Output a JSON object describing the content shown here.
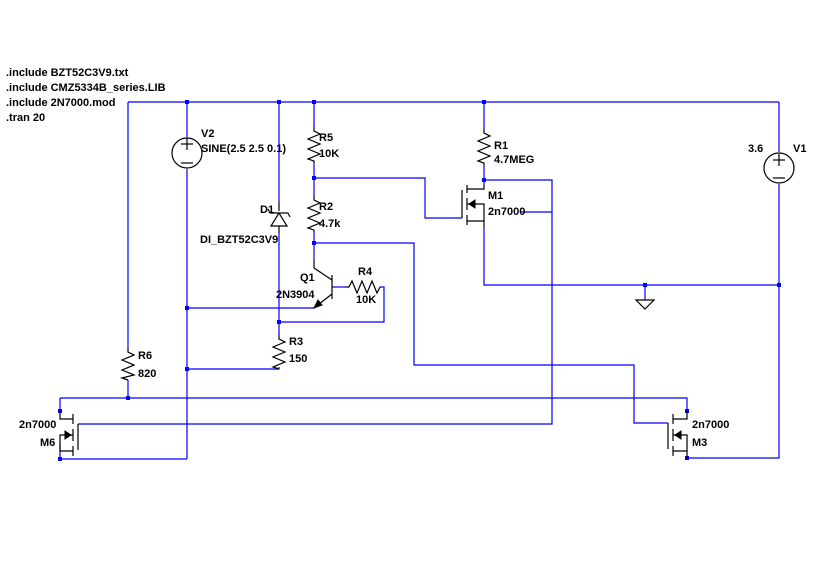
{
  "directives": [
    ".include BZT52C3V9.txt",
    ".include CMZ5334B_series.LIB",
    ".include 2N7000.mod",
    ".tran 20"
  ],
  "components": {
    "v2": {
      "ref": "V2",
      "value": "SINE(2.5 2.5 0.1)"
    },
    "v1": {
      "ref": "V1",
      "value": "3.6"
    },
    "r5": {
      "ref": "R5",
      "value": "10K"
    },
    "r2": {
      "ref": "R2",
      "value": "4.7k"
    },
    "r1": {
      "ref": "R1",
      "value": "4.7MEG"
    },
    "r3": {
      "ref": "R3",
      "value": "150"
    },
    "r4": {
      "ref": "R4",
      "value": "10K"
    },
    "r6": {
      "ref": "R6",
      "value": "820"
    },
    "d1": {
      "ref": "D1",
      "value": "DI_BZT52C3V9"
    },
    "q1": {
      "ref": "Q1",
      "value": "2N3904"
    },
    "m1": {
      "ref": "M1",
      "value": "2n7000"
    },
    "m3": {
      "ref": "M3",
      "value": "2n7000"
    },
    "m6": {
      "ref": "M6",
      "value": "2n7000"
    }
  },
  "colors": {
    "wire": "#0000ff",
    "component": "#000000",
    "background": "#ffffff"
  }
}
